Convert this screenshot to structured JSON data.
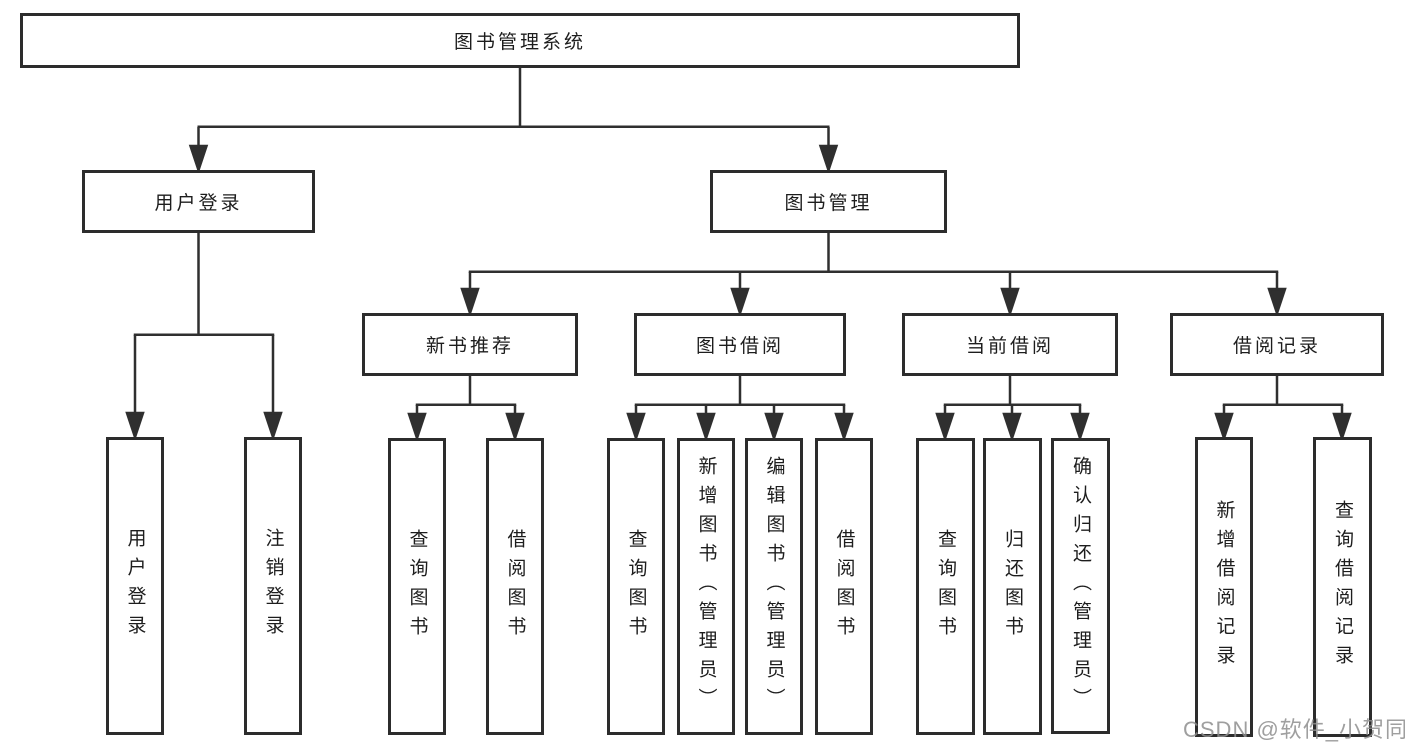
{
  "diagram": {
    "root_label": "图书管理系统",
    "user_login": {
      "label": "用户登录",
      "children": [
        "用户登录",
        "注销登录"
      ]
    },
    "book_mgmt_label": "图书管理",
    "sections": [
      {
        "label": "新书推荐",
        "children": [
          "查询图书",
          "借阅图书"
        ]
      },
      {
        "label": "图书借阅",
        "children": [
          "查询图书",
          "新增图书（管理员）",
          "编辑图书（管理员）",
          "借阅图书"
        ]
      },
      {
        "label": "当前借阅",
        "children": [
          "查询图书",
          "归还图书",
          "确认归还（管理员）"
        ]
      },
      {
        "label": "借阅记录",
        "children": [
          "新增借阅记录",
          "查询借阅记录"
        ]
      }
    ]
  },
  "watermark": {
    "text": "CSDN @软件_小贺同学"
  },
  "colors": {
    "line": "#2f2f2f",
    "box_border": "#2c2c2c",
    "box_fill": "#ffffff",
    "text": "#1d1d1d",
    "watermark": "#8e8e8e",
    "background": "#ffffff"
  }
}
